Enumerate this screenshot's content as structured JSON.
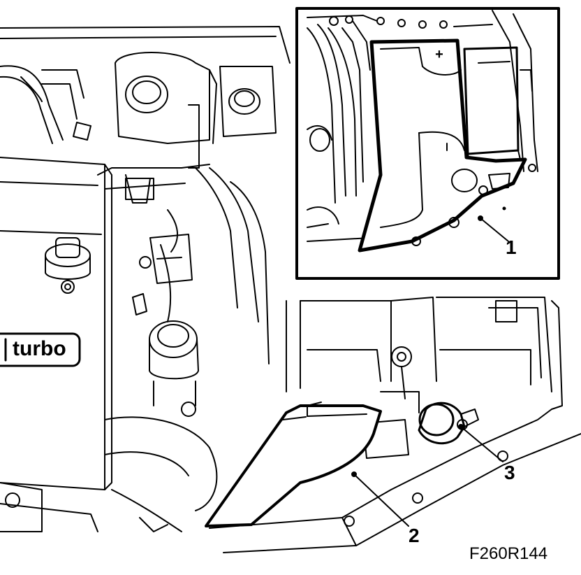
{
  "callouts": [
    {
      "label": "1"
    },
    {
      "label": "2"
    },
    {
      "label": "3"
    }
  ],
  "figure_code": "F260R144",
  "engine_badge": "turbo",
  "terminal_plus": "+",
  "colors": {
    "ink": "#000000",
    "paper": "#ffffff"
  }
}
